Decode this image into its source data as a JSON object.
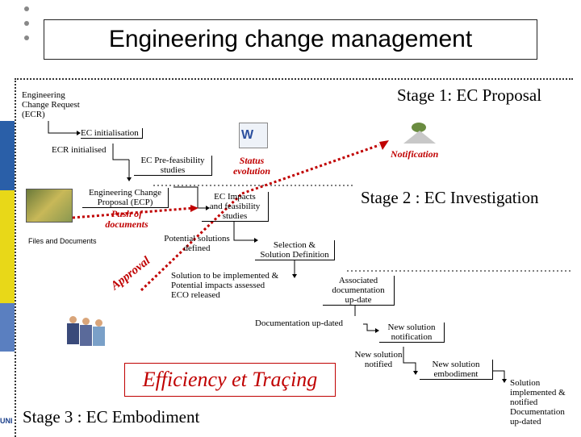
{
  "title": "Engineering change management",
  "stages": {
    "stage1": "Stage 1: EC Proposal",
    "stage2": "Stage 2 : EC Investigation",
    "stage3": "Stage 3 : EC Embodiment"
  },
  "labels": {
    "ecr": [
      "Engineering",
      "Change Request",
      "(ECR)"
    ],
    "ec_init": "EC initialisation",
    "ecr_initialised": "ECR initialised",
    "prefeas": [
      "EC Pre-feasibility",
      "studies"
    ],
    "ecp": [
      "Engineering Change",
      "Proposal (ECP)"
    ],
    "impacts": [
      "EC Impacts",
      "and feasibility",
      "studies"
    ],
    "potential": [
      "Potential solutions",
      "defined"
    ],
    "selection": [
      "Selection &",
      "Solution Definition"
    ],
    "solution_impl": [
      "Solution to be implemented &",
      "Potential impacts assessed",
      "ECO released"
    ],
    "assoc_doc": [
      "Associated",
      "documentation",
      "up-date"
    ],
    "doc_updated": "Documentation up-dated",
    "new_sol_notif": [
      "New solution",
      "notification"
    ],
    "new_sol_notified": [
      "New solution",
      "notified"
    ],
    "new_sol_embod": [
      "New solution",
      "embodiment"
    ],
    "sol_final": [
      "Solution",
      "implemented &",
      "notified",
      "Documentation",
      "up-dated"
    ],
    "files_docs": "Files and Documents"
  },
  "red_labels": {
    "status": [
      "Status",
      "evolution"
    ],
    "notification": "Notification",
    "push": [
      "Push of",
      "documents"
    ],
    "approval": "Approval"
  },
  "efficiency": "Efficiency et Traçing",
  "corner_text": "UNI",
  "colors": {
    "red": "#c00000",
    "band_blue": "#2a5fa8",
    "band_yellow": "#e8d818"
  }
}
